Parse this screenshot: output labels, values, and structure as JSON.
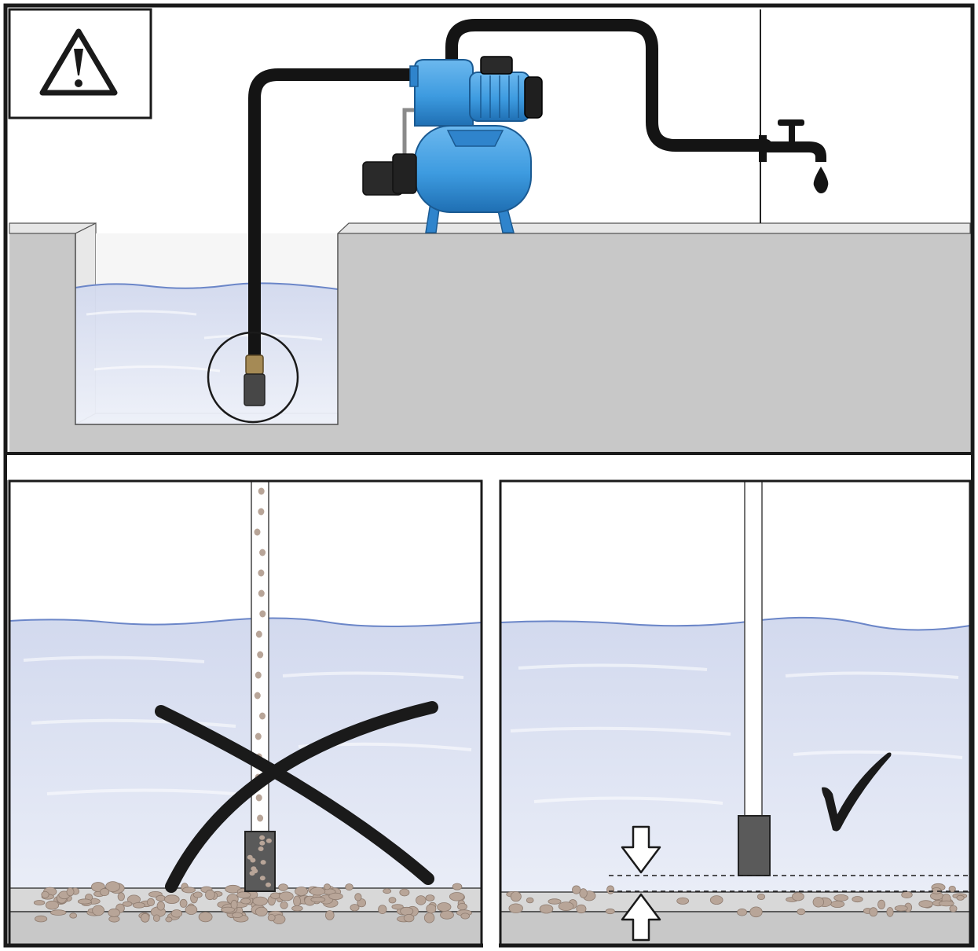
{
  "colors": {
    "frame": "#1a1a1a",
    "concrete": "#c8c8c8",
    "concrete_light": "#e6e6e6",
    "water_top": "#d2d9ee",
    "water_bottom": "#eef1f9",
    "water_line": "#6b86c8",
    "pump_blue": "#3d9be0",
    "pump_blue_dark": "#1f6fb3",
    "hose": "#141414",
    "pebble": "#b8a598",
    "pebble_stroke": "#8e7c70",
    "strainer": "#5a5a5a",
    "sediment_band": "#d8d8d8"
  },
  "icons": {
    "warning": "warning-triangle-icon",
    "faucet": "faucet-icon",
    "water_drop": "water-drop-icon",
    "wrong_mark": "cross-mark-icon",
    "correct_mark": "check-mark-icon",
    "arrow_down": "arrow-down-icon",
    "arrow_up": "arrow-up-icon"
  },
  "panels": {
    "top": "installation-overview",
    "bottom_left": "incorrect-intake-position",
    "bottom_right": "correct-intake-position"
  }
}
